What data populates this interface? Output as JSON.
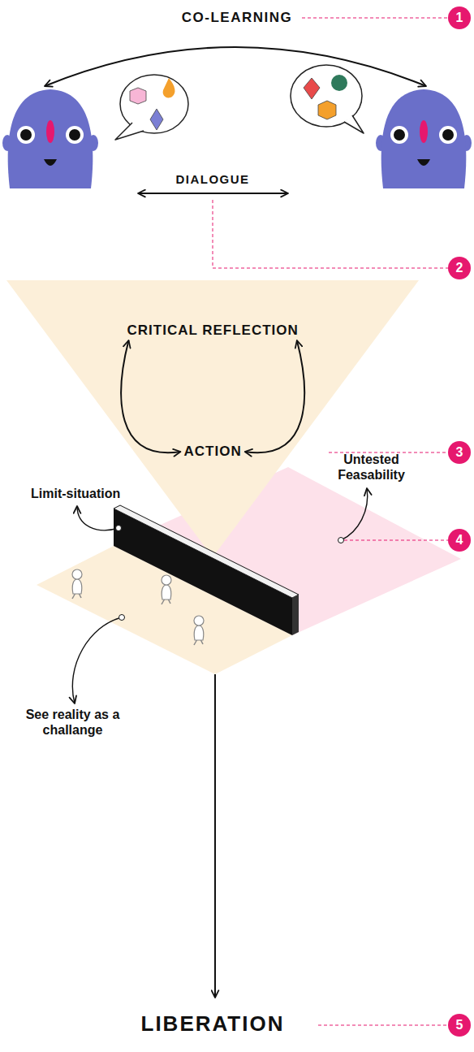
{
  "diagram": {
    "nodes": [
      {
        "text": [
          "CRITICAL REFLECTION"
        ]
      },
      {
        "text": [
          "ACTION"
        ]
      }
    ],
    "edges": [
      {
        "from": 0,
        "to": 1,
        "arrow": "both"
      },
      {
        "from": 1,
        "to": 0,
        "arrow": "both"
      }
    ],
    "labels": [
      "CO-LEARNING",
      "1",
      "DIALOGUE",
      "2",
      "3",
      "Limit-situation",
      "Untested Feasability",
      "4",
      "See reality as a challange",
      "LIBERATION",
      "5"
    ]
  }
}
